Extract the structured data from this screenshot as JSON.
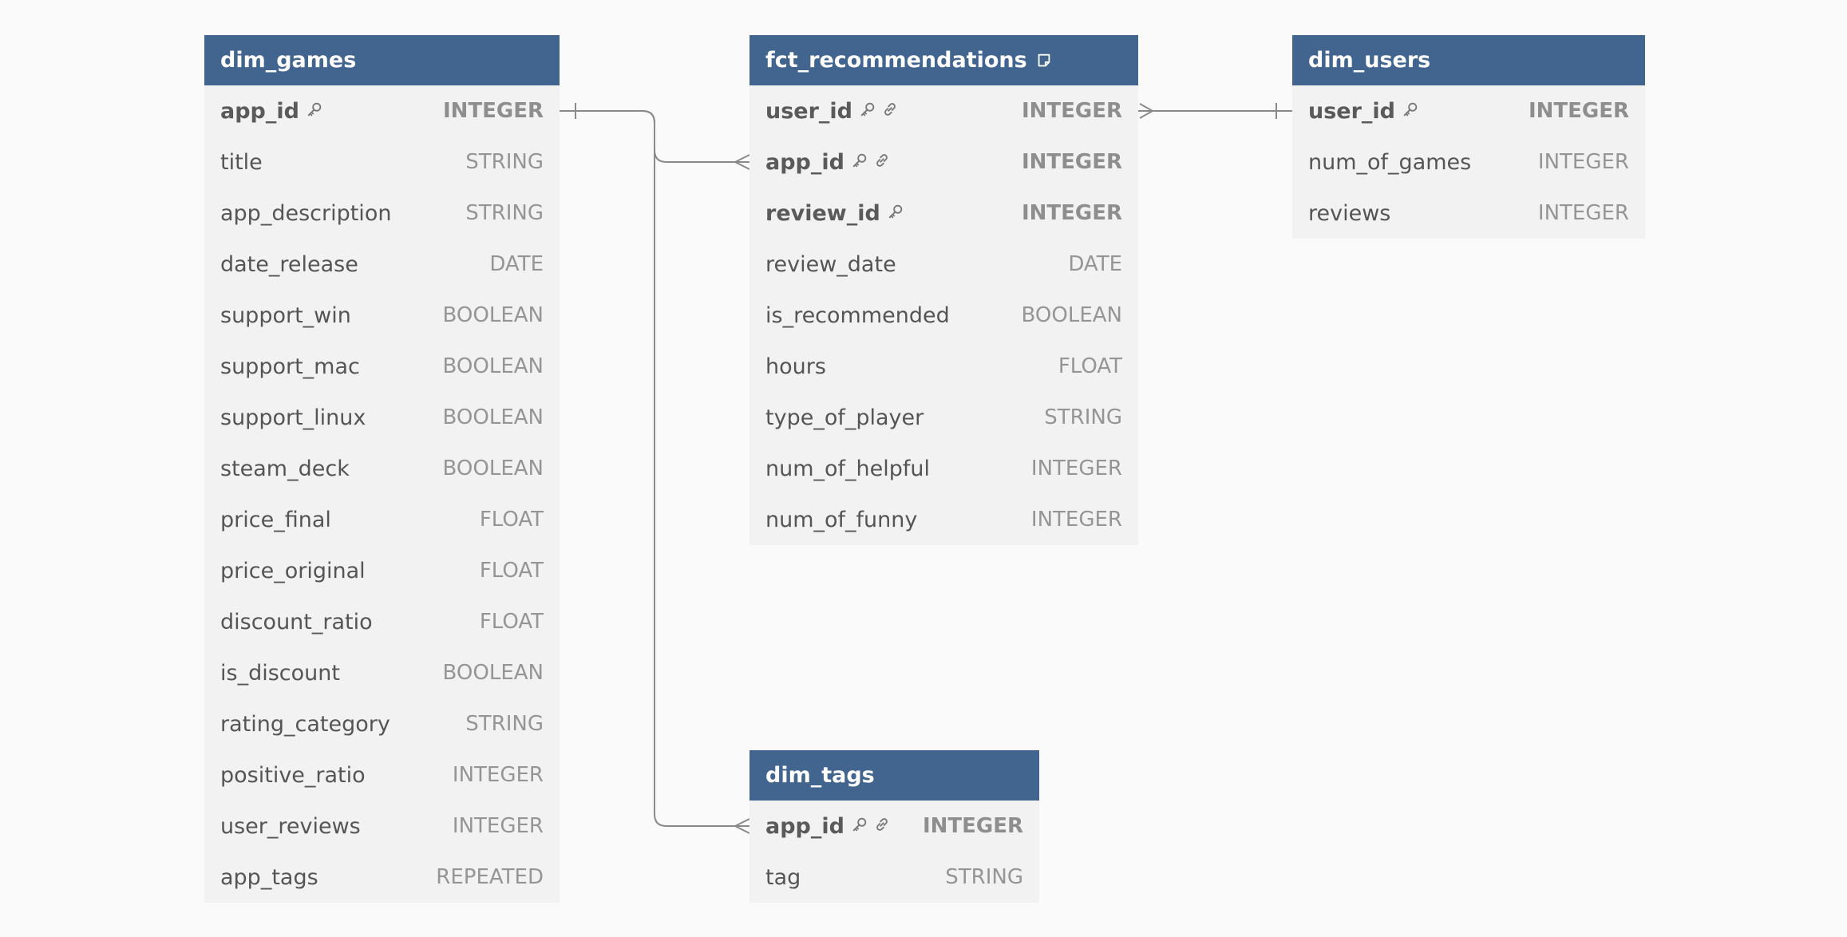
{
  "tables": {
    "dim_games": {
      "name": "dim_games",
      "columns": [
        {
          "name": "app_id",
          "type": "INTEGER",
          "pk": true,
          "fk": false
        },
        {
          "name": "title",
          "type": "STRING"
        },
        {
          "name": "app_description",
          "type": "STRING"
        },
        {
          "name": "date_release",
          "type": "DATE"
        },
        {
          "name": "support_win",
          "type": "BOOLEAN"
        },
        {
          "name": "support_mac",
          "type": "BOOLEAN"
        },
        {
          "name": "support_linux",
          "type": "BOOLEAN"
        },
        {
          "name": "steam_deck",
          "type": "BOOLEAN"
        },
        {
          "name": "price_final",
          "type": "FLOAT"
        },
        {
          "name": "price_original",
          "type": "FLOAT"
        },
        {
          "name": "discount_ratio",
          "type": "FLOAT"
        },
        {
          "name": "is_discount",
          "type": "BOOLEAN"
        },
        {
          "name": "rating_category",
          "type": "STRING"
        },
        {
          "name": "positive_ratio",
          "type": "INTEGER"
        },
        {
          "name": "user_reviews",
          "type": "INTEGER"
        },
        {
          "name": "app_tags",
          "type": "REPEATED"
        }
      ]
    },
    "fct_recommendations": {
      "name": "fct_recommendations",
      "has_note": true,
      "columns": [
        {
          "name": "user_id",
          "type": "INTEGER",
          "pk": true,
          "fk": true
        },
        {
          "name": "app_id",
          "type": "INTEGER",
          "pk": true,
          "fk": true
        },
        {
          "name": "review_id",
          "type": "INTEGER",
          "pk": true,
          "fk": false
        },
        {
          "name": "review_date",
          "type": "DATE"
        },
        {
          "name": "is_recommended",
          "type": "BOOLEAN"
        },
        {
          "name": "hours",
          "type": "FLOAT"
        },
        {
          "name": "type_of_player",
          "type": "STRING"
        },
        {
          "name": "num_of_helpful",
          "type": "INTEGER"
        },
        {
          "name": "num_of_funny",
          "type": "INTEGER"
        }
      ]
    },
    "dim_users": {
      "name": "dim_users",
      "columns": [
        {
          "name": "user_id",
          "type": "INTEGER",
          "pk": true,
          "fk": false
        },
        {
          "name": "num_of_games",
          "type": "INTEGER"
        },
        {
          "name": "reviews",
          "type": "INTEGER"
        }
      ]
    },
    "dim_tags": {
      "name": "dim_tags",
      "columns": [
        {
          "name": "app_id",
          "type": "INTEGER",
          "pk": true,
          "fk": true
        },
        {
          "name": "tag",
          "type": "STRING"
        }
      ]
    }
  },
  "relationships": [
    {
      "from": "dim_games.app_id",
      "from_card": "one",
      "to": "fct_recommendations.app_id",
      "to_card": "many"
    },
    {
      "from": "dim_games.app_id",
      "from_card": "one",
      "to": "dim_tags.app_id",
      "to_card": "many"
    },
    {
      "from": "fct_recommendations.user_id",
      "from_card": "many",
      "to": "dim_users.user_id",
      "to_card": "one"
    }
  ],
  "colors": {
    "header": "#41658f",
    "body": "#f2f2f2",
    "background": "#fafafa",
    "connector": "#8a8a8a"
  },
  "icons": {
    "primary_key": "key-icon",
    "foreign_key": "link-icon",
    "note": "note-icon"
  }
}
